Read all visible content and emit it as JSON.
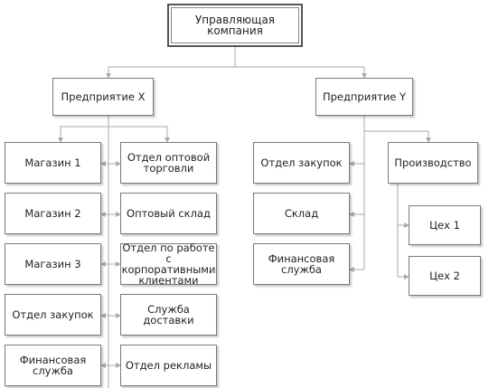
{
  "root": "Управляющая компания",
  "enterprise_x": {
    "title": "Предприятие X",
    "left": [
      "Магазин 1",
      "Магазин 2",
      "Магазин 3",
      "Отдел закупок",
      "Финансовая служба"
    ],
    "right": [
      "Отдел оптовой торговли",
      "Оптовый склад",
      "Отдел по работе с корпоративными клиентами",
      "Служба доставки",
      "Отдел рекламы"
    ]
  },
  "enterprise_y": {
    "title": "Предприятие Y",
    "units": [
      "Отдел закупок",
      "Склад",
      "Финансовая служба"
    ],
    "production": "Производство",
    "workshops": [
      "Цех 1",
      "Цех 2"
    ]
  },
  "colors": {
    "border": "#7a7a7a",
    "connector": "#aaaaaa"
  }
}
